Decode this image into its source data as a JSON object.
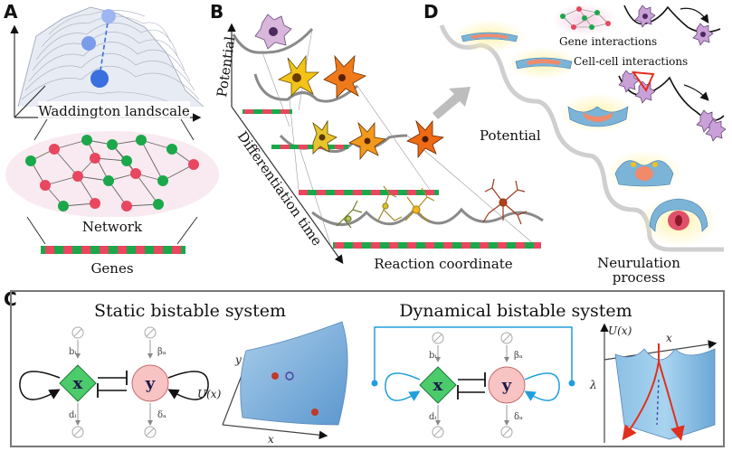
{
  "panels": {
    "a": "A",
    "b": "B",
    "c": "C",
    "d": "D"
  },
  "panel_a": {
    "landscape_label": "Waddington landscale",
    "network_label": "Network",
    "genes_label": "Genes"
  },
  "panel_b": {
    "potential_axis": "Potential",
    "time_axis": "Differentiation time",
    "reaction_axis": "Reaction coordinate"
  },
  "panel_d": {
    "gene_interactions": "Gene interactions",
    "cell_interactions": "Cell-cell interactions",
    "potential_label": "Potential",
    "neurulation_line1": "Neurulation",
    "neurulation_line2": "process"
  },
  "panel_c": {
    "static_title": "Static bistable system",
    "dynamic_title": "Dynamical bistable system",
    "node_x": "x",
    "node_y": "y",
    "rate_b": "bᵢ",
    "rate_d": "dᵢ",
    "rate_beta": "βₐ",
    "rate_delta": "δₐ",
    "axis_y": "y",
    "axis_x": "x",
    "axis_u": "U(x)",
    "axis_lambda": "λ"
  },
  "colors": {
    "gene_green": "#1aa84a",
    "gene_red": "#e8475f",
    "node_blue": "#3a6fe0",
    "feedback_blue": "#1e9fdc",
    "surface_blue": "#7db6e0",
    "red_path": "#e0301e"
  }
}
